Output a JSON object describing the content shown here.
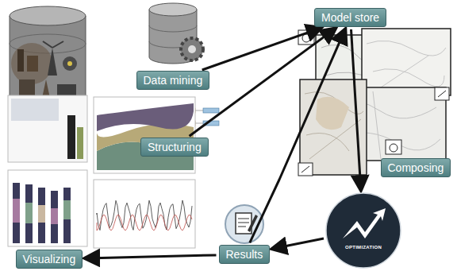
{
  "diagram": {
    "nodes": [
      {
        "text": [
          "Data mining"
        ]
      },
      {
        "text": [
          "Structuring"
        ]
      },
      {
        "text": [
          "Model store"
        ]
      },
      {
        "text": [
          "Composing"
        ]
      },
      {
        "text": [
          "OPTIMIZATION"
        ]
      },
      {
        "text": [
          "Results"
        ]
      },
      {
        "text": [
          "Visualizing"
        ]
      }
    ],
    "edges": [
      {
        "from": 0,
        "to": 2,
        "arrow": "to"
      },
      {
        "from": 1,
        "to": 2,
        "arrow": "to"
      },
      {
        "from": 2,
        "to": 4,
        "arrow": "to"
      },
      {
        "from": 4,
        "to": 5,
        "arrow": "to"
      },
      {
        "from": 5,
        "to": 2,
        "arrow": "to"
      },
      {
        "from": 5,
        "to": 6,
        "arrow": "to"
      }
    ]
  }
}
